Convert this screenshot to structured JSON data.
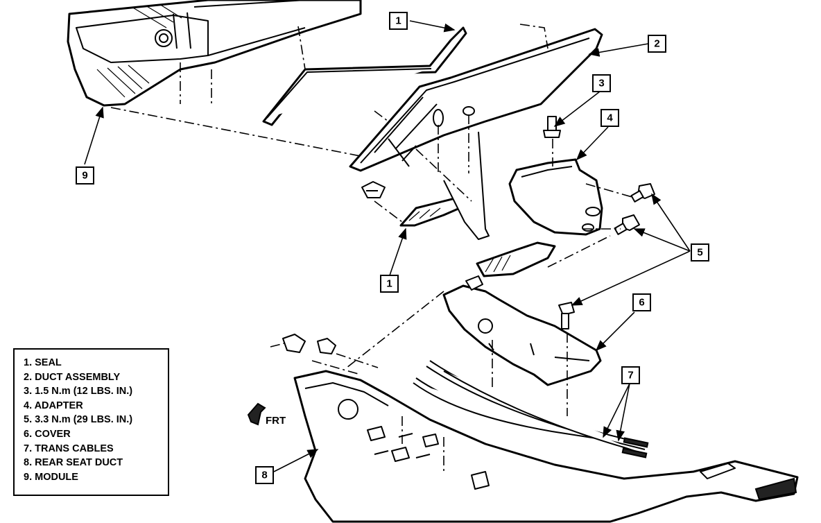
{
  "callouts": [
    {
      "id": "c1a",
      "label": "1"
    },
    {
      "id": "c2",
      "label": "2"
    },
    {
      "id": "c3",
      "label": "3"
    },
    {
      "id": "c4",
      "label": "4"
    },
    {
      "id": "c9",
      "label": "9"
    },
    {
      "id": "c5",
      "label": "5"
    },
    {
      "id": "c1b",
      "label": "1"
    },
    {
      "id": "c6",
      "label": "6"
    },
    {
      "id": "c7",
      "label": "7"
    },
    {
      "id": "c8",
      "label": "8"
    }
  ],
  "legend": {
    "items": [
      "1. SEAL",
      "2. DUCT ASSEMBLY",
      "3. 1.5 N.m (12 LBS. IN.)",
      "4. ADAPTER",
      "5. 3.3 N.m (29 LBS. IN.)",
      "6. COVER",
      "7. TRANS CABLES",
      "8. REAR SEAT DUCT",
      "9. MODULE"
    ]
  },
  "front_marker": {
    "label": "FRT"
  }
}
